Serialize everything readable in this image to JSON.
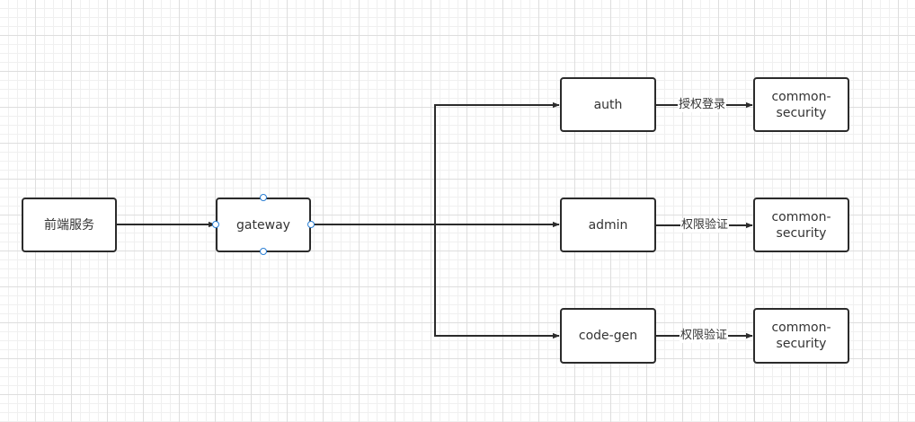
{
  "nodes": {
    "frontend": "前端服务",
    "gateway": "gateway",
    "auth": "auth",
    "admin": "admin",
    "code_gen": "code-gen",
    "common_security_1": [
      "common-",
      "security"
    ],
    "common_security_2": [
      "common-",
      "security"
    ],
    "common_security_3": [
      "common-",
      "security"
    ]
  },
  "edge_labels": {
    "auth_to_security": "授权登录",
    "admin_to_security": "权限验证",
    "codegen_to_security": "权限验证"
  },
  "colors": {
    "line": "#2b2b2b",
    "handle": "#2a7fd4",
    "grid": "#dedede"
  }
}
